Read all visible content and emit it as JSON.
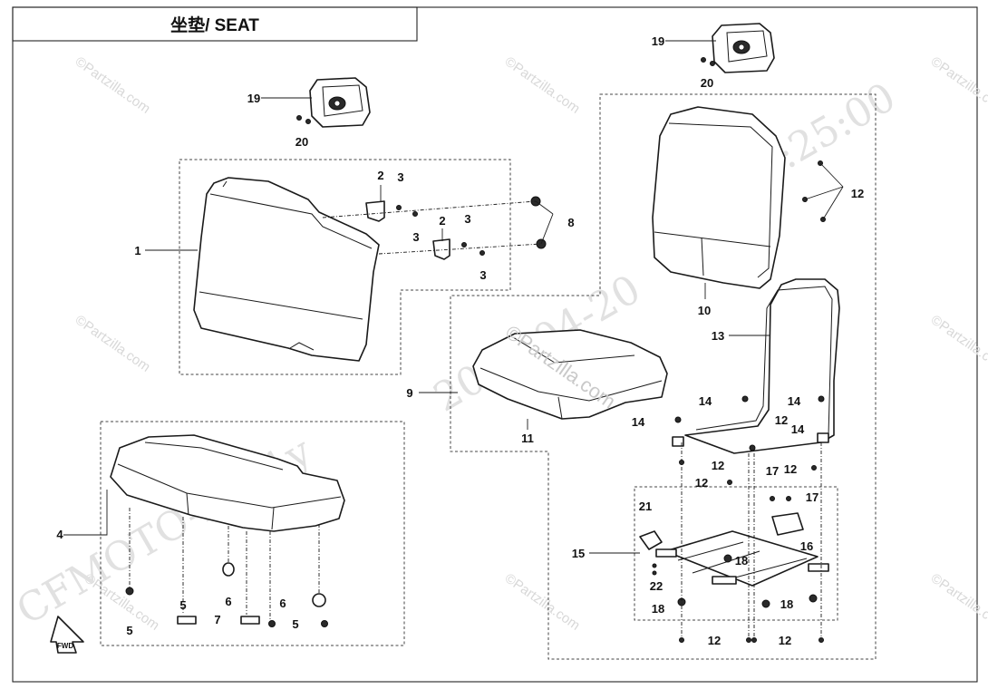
{
  "diagram": {
    "title": "坐垫/ SEAT",
    "watermarks": {
      "site": "©Partzilla.com",
      "brand": "CFMOTO-hf-11y",
      "date": "2021-04-20",
      "time": "15:25:00"
    },
    "fwd_label": "FWD",
    "callouts": [
      {
        "id": "c1",
        "label": "1"
      },
      {
        "id": "c2a",
        "label": "2"
      },
      {
        "id": "c2b",
        "label": "2"
      },
      {
        "id": "c3a",
        "label": "3"
      },
      {
        "id": "c3b",
        "label": "3"
      },
      {
        "id": "c3c",
        "label": "3"
      },
      {
        "id": "c3d",
        "label": "3"
      },
      {
        "id": "c4",
        "label": "4"
      },
      {
        "id": "c5a",
        "label": "5"
      },
      {
        "id": "c5b",
        "label": "5"
      },
      {
        "id": "c5c",
        "label": "5"
      },
      {
        "id": "c6a",
        "label": "6"
      },
      {
        "id": "c6b",
        "label": "6"
      },
      {
        "id": "c7",
        "label": "7"
      },
      {
        "id": "c8",
        "label": "8"
      },
      {
        "id": "c9",
        "label": "9"
      },
      {
        "id": "c10",
        "label": "10"
      },
      {
        "id": "c11",
        "label": "11"
      },
      {
        "id": "c12a",
        "label": "12"
      },
      {
        "id": "c12b",
        "label": "12"
      },
      {
        "id": "c12c",
        "label": "12"
      },
      {
        "id": "c12d",
        "label": "12"
      },
      {
        "id": "c12e",
        "label": "12"
      },
      {
        "id": "c12f",
        "label": "12"
      },
      {
        "id": "c12g",
        "label": "12"
      },
      {
        "id": "c13",
        "label": "13"
      },
      {
        "id": "c14a",
        "label": "14"
      },
      {
        "id": "c14b",
        "label": "14"
      },
      {
        "id": "c14c",
        "label": "14"
      },
      {
        "id": "c14d",
        "label": "14"
      },
      {
        "id": "c15",
        "label": "15"
      },
      {
        "id": "c16",
        "label": "16"
      },
      {
        "id": "c17a",
        "label": "17"
      },
      {
        "id": "c17b",
        "label": "17"
      },
      {
        "id": "c18a",
        "label": "18"
      },
      {
        "id": "c18b",
        "label": "18"
      },
      {
        "id": "c18c",
        "label": "18"
      },
      {
        "id": "c19a",
        "label": "19"
      },
      {
        "id": "c19b",
        "label": "19"
      },
      {
        "id": "c20a",
        "label": "20"
      },
      {
        "id": "c20b",
        "label": "20"
      },
      {
        "id": "c21",
        "label": "21"
      },
      {
        "id": "c22",
        "label": "22"
      }
    ]
  }
}
